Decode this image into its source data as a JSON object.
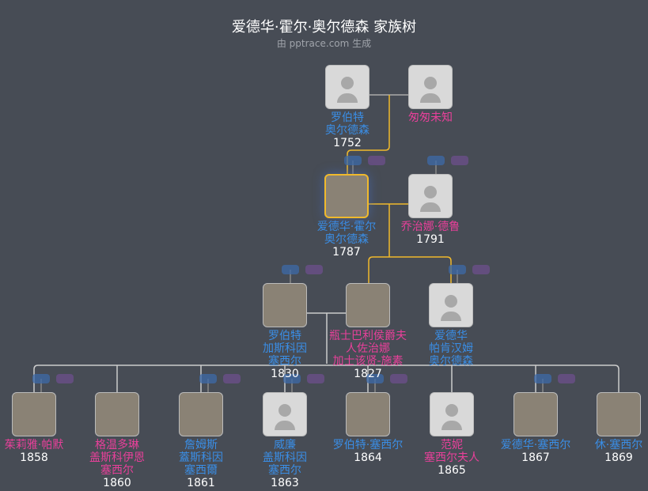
{
  "title": "爱德华·霍尔·奥尔德森 家族树",
  "subtitle": "由 pptrace.com 生成",
  "colors": {
    "male": "#3a8ee6",
    "female": "#e8409a",
    "highlight_line": "#f0b92c",
    "background": "#474c55"
  },
  "people": [
    {
      "name": "罗伯特\n奥尔德森",
      "year": "1752",
      "sex": "m",
      "photo": false
    },
    {
      "name": "匆匆未知",
      "year": "",
      "sex": "f",
      "photo": false
    },
    {
      "name": "爱德华·霍尔\n奥尔德森",
      "year": "1787",
      "sex": "m",
      "photo": true,
      "selected": true
    },
    {
      "name": "乔治娜·德鲁",
      "year": "1791",
      "sex": "f",
      "photo": false
    },
    {
      "name": "罗伯特\n加斯科因\n塞西尔",
      "year": "1830",
      "sex": "m",
      "photo": true
    },
    {
      "name": "瓶士巴利侯爵夫人佐治娜\n加士该贤-施素",
      "year": "1827",
      "sex": "f",
      "photo": true
    },
    {
      "name": "爱德华\n帕肯汉姆\n奥尔德森",
      "year": "",
      "sex": "m",
      "photo": false
    },
    {
      "name": "茱莉雅·帕默",
      "year": "1858",
      "sex": "f",
      "photo": true
    },
    {
      "name": "格温多琳\n盖斯科伊恩\n塞西尔",
      "year": "1860",
      "sex": "f",
      "photo": true
    },
    {
      "name": "詹姆斯\n蓋斯科因\n塞西爾",
      "year": "1861",
      "sex": "m",
      "photo": true
    },
    {
      "name": "威廉\n盖斯科因\n塞西尔",
      "year": "1863",
      "sex": "m",
      "photo": false
    },
    {
      "name": "罗伯特·塞西尔",
      "year": "1864",
      "sex": "m",
      "photo": true
    },
    {
      "name": "范妮\n塞西尔夫人",
      "year": "1865",
      "sex": "f",
      "photo": false
    },
    {
      "name": "爱德华·塞西尔",
      "year": "1867",
      "sex": "m",
      "photo": true
    },
    {
      "name": "休·塞西尔",
      "year": "1869",
      "sex": "m",
      "photo": true
    }
  ]
}
